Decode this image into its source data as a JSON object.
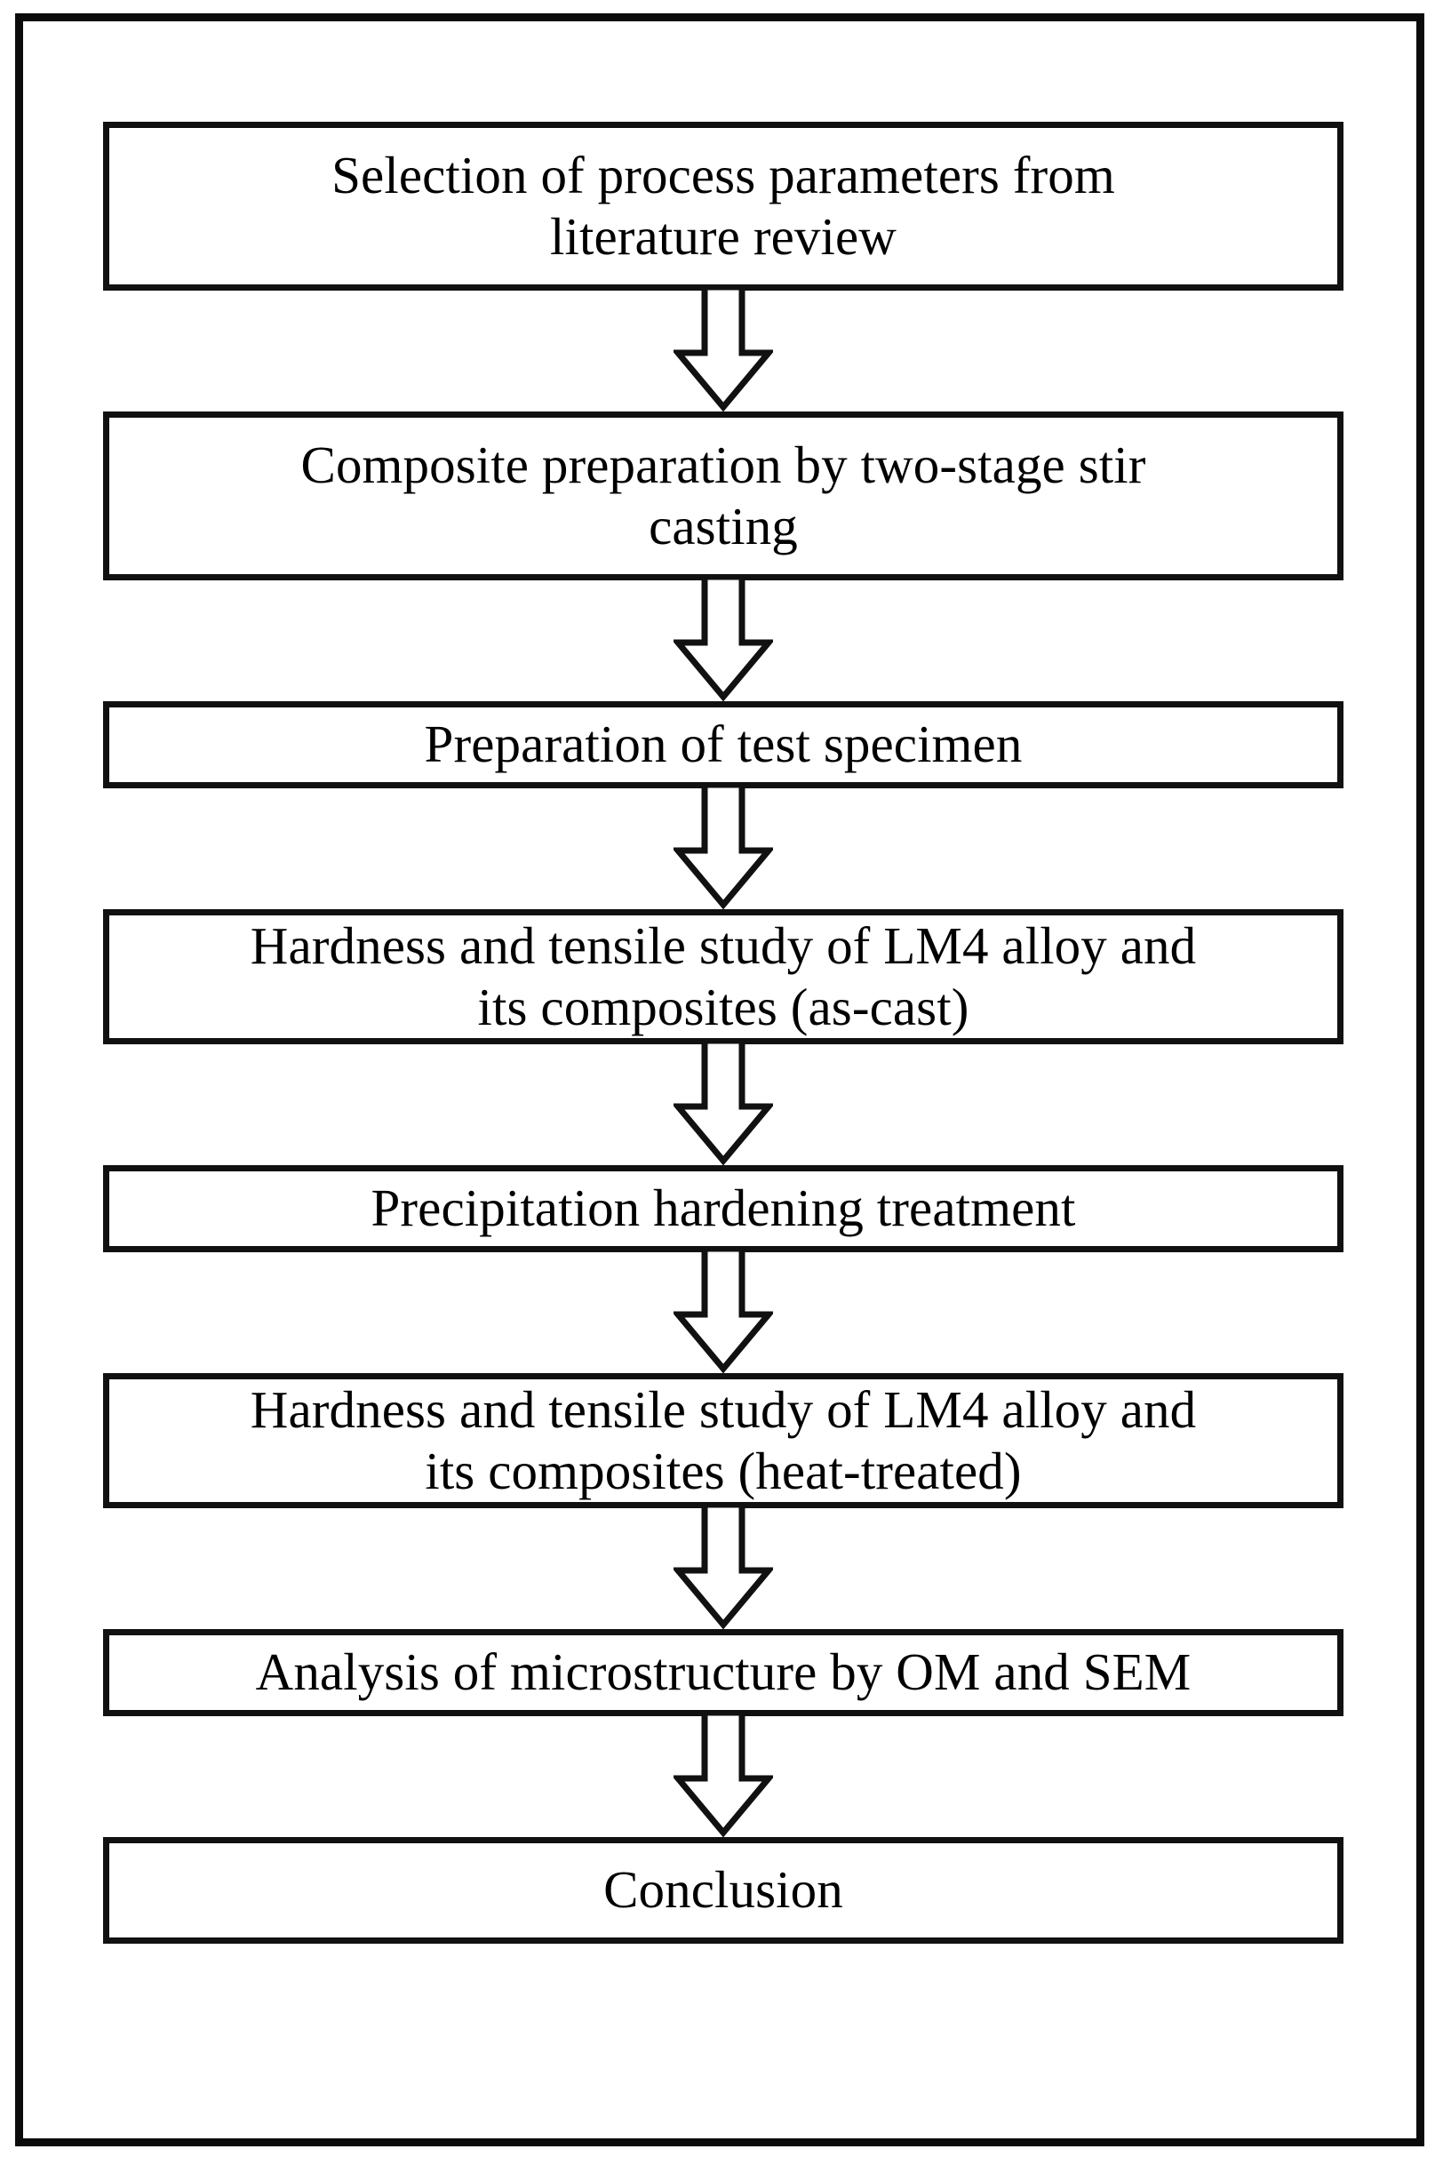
{
  "diagram": {
    "title": "Research methodology flowchart",
    "orientation": "vertical-top-to-bottom",
    "connector_type": "hollow-block-arrow-down",
    "colors": {
      "frame_border": "#0b0b0b",
      "node_border": "#111111",
      "node_fill": "#ffffff",
      "text": "#000000",
      "page_background": "#ffffff"
    },
    "nodes": [
      {
        "id": "node-1",
        "label": "Selection of process parameters from\nliterature review",
        "lines": 2,
        "size": "tall"
      },
      {
        "id": "node-2",
        "label": "Composite preparation by two-stage stir\ncasting",
        "lines": 2,
        "size": "tall"
      },
      {
        "id": "node-3",
        "label": "Preparation of test specimen",
        "lines": 1,
        "size": "short"
      },
      {
        "id": "node-4",
        "label": "Hardness and tensile study of LM4 alloy and\nits composites (as-cast)",
        "lines": 2,
        "size": "mid"
      },
      {
        "id": "node-5",
        "label": "Precipitation hardening treatment",
        "lines": 1,
        "size": "short"
      },
      {
        "id": "node-6",
        "label": "Hardness and tensile study of LM4 alloy and\nits composites (heat-treated)",
        "lines": 2,
        "size": "mid"
      },
      {
        "id": "node-7",
        "label": "Analysis of microstructure by OM and SEM",
        "lines": 1,
        "size": "short"
      },
      {
        "id": "node-8",
        "label": "Conclusion",
        "lines": 1,
        "size": "conc"
      }
    ],
    "connectors": [
      {
        "id": "arrow-1",
        "from": "node-1",
        "to": "node-2",
        "icon": "arrow-down-icon"
      },
      {
        "id": "arrow-2",
        "from": "node-2",
        "to": "node-3",
        "icon": "arrow-down-icon"
      },
      {
        "id": "arrow-3",
        "from": "node-3",
        "to": "node-4",
        "icon": "arrow-down-icon"
      },
      {
        "id": "arrow-4",
        "from": "node-4",
        "to": "node-5",
        "icon": "arrow-down-icon"
      },
      {
        "id": "arrow-5",
        "from": "node-5",
        "to": "node-6",
        "icon": "arrow-down-icon"
      },
      {
        "id": "arrow-6",
        "from": "node-6",
        "to": "node-7",
        "icon": "arrow-down-icon"
      },
      {
        "id": "arrow-7",
        "from": "node-7",
        "to": "node-8",
        "icon": "arrow-down-icon"
      }
    ]
  }
}
